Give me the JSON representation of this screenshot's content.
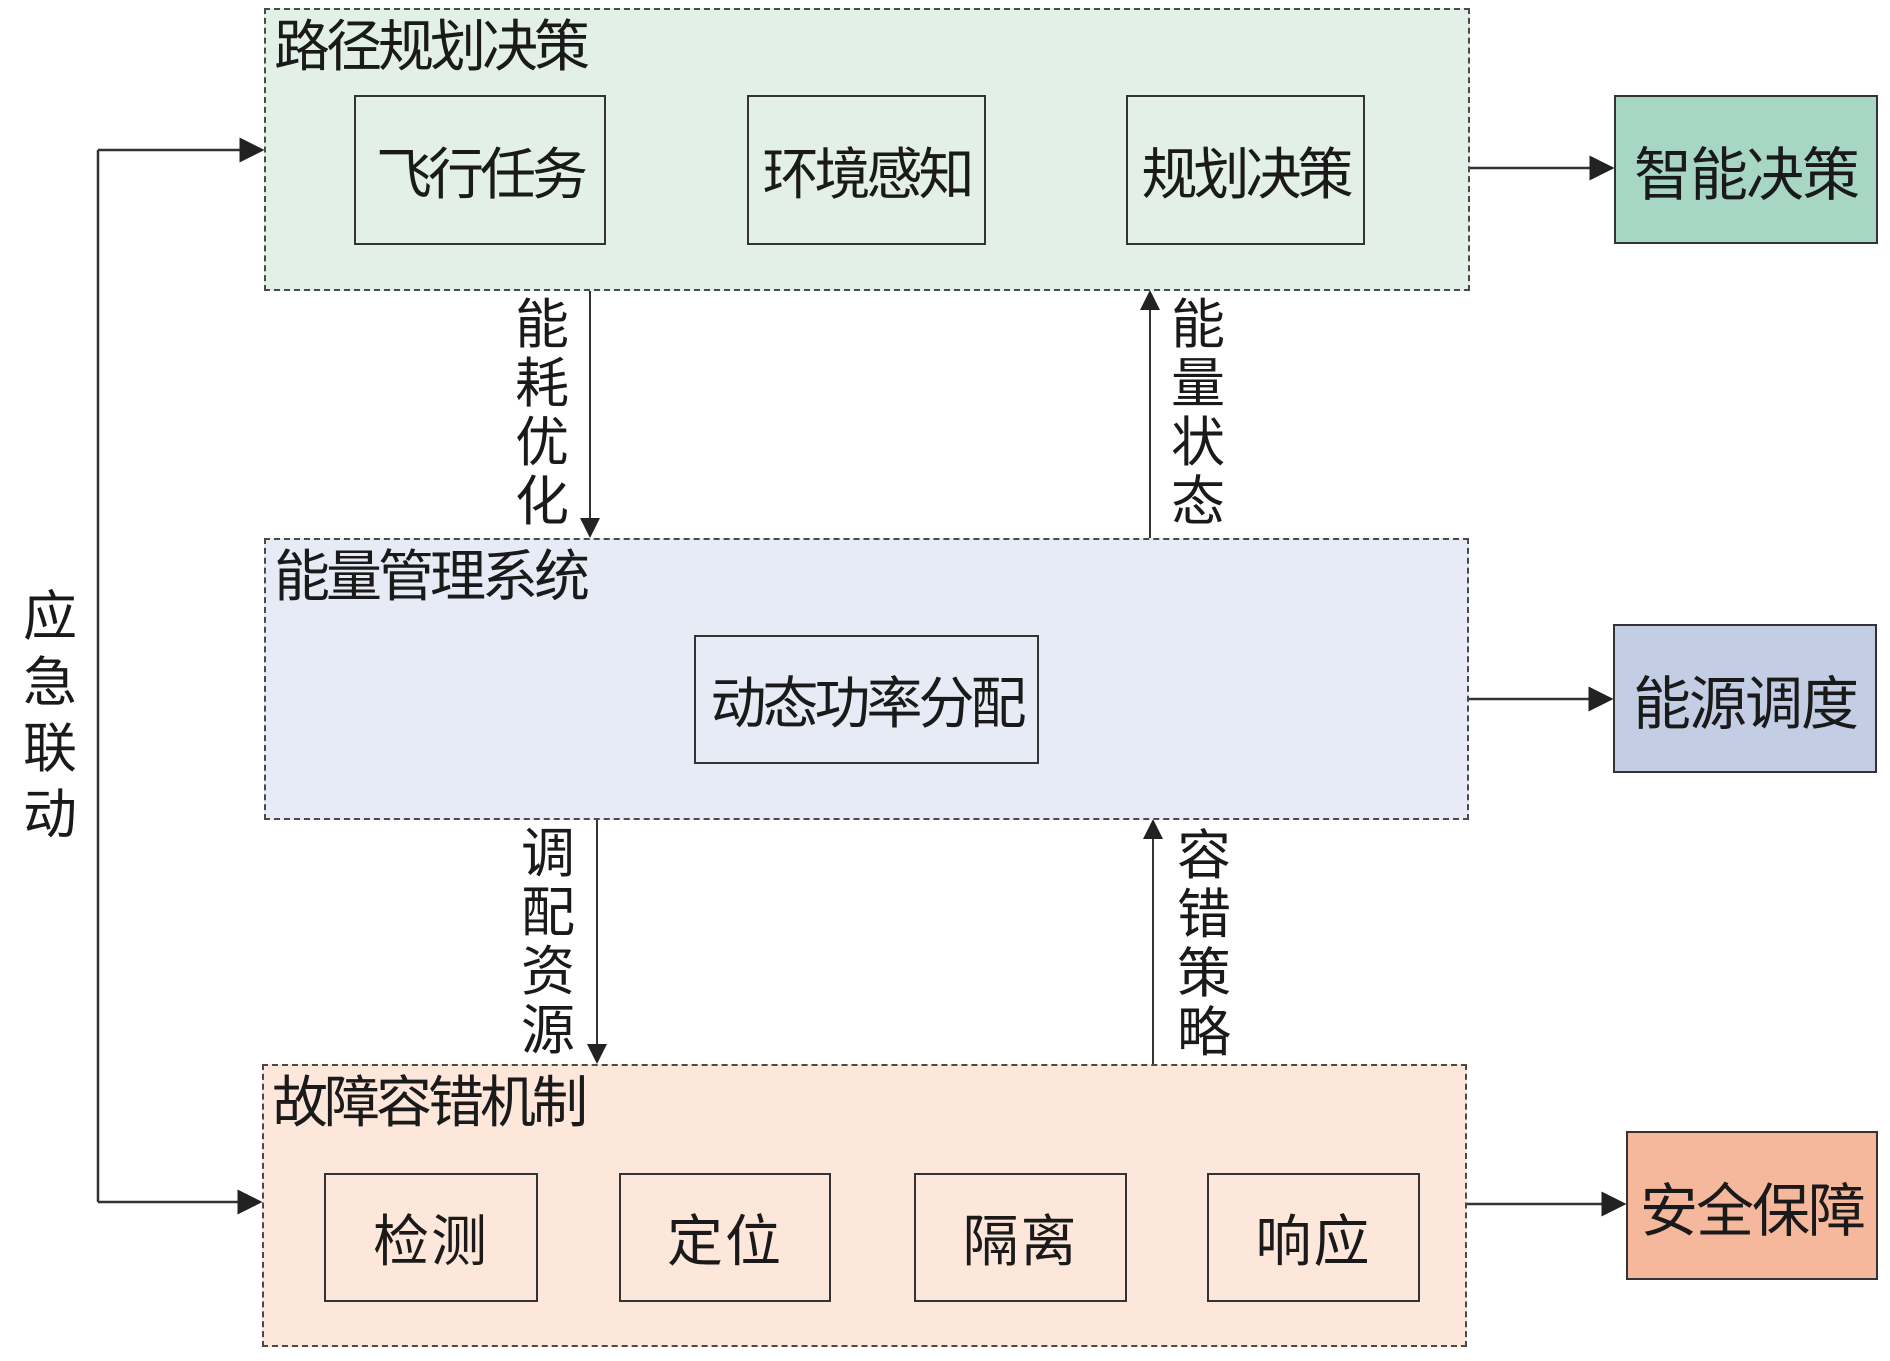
{
  "groups": {
    "path_planning": {
      "title": "路径规划决策",
      "steps": [
        "飞行任务",
        "环境感知",
        "规划决策"
      ]
    },
    "energy_management": {
      "title": "能量管理系统",
      "steps": [
        "动态功率分配"
      ]
    },
    "fault_tolerance": {
      "title": "故障容错机制",
      "steps": [
        "检测",
        "定位",
        "隔离",
        "响应"
      ]
    }
  },
  "outputs": {
    "top": "智能决策",
    "middle": "能源调度",
    "bottom": "安全保障"
  },
  "flows": {
    "top_to_mid": "能耗优化",
    "mid_to_top": "能量状态",
    "mid_to_bot": "调配资源",
    "bot_to_mid": "容错策略",
    "emergency": "应急联动"
  },
  "colors": {
    "path_planning_bg": "#e3f0e8",
    "energy_management_bg": "#e7ebf5",
    "fault_tolerance_bg": "#fde6da",
    "output_top": "#a8d6c4",
    "output_middle": "#c3cde4",
    "output_bottom": "#f6b89c"
  }
}
